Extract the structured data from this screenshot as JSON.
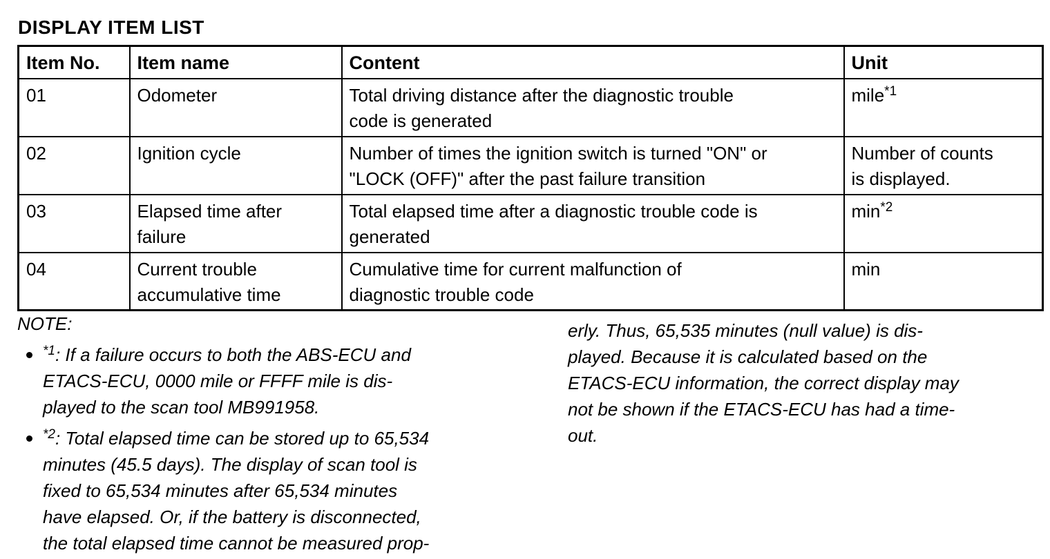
{
  "page": {
    "title": "DISPLAY ITEM LIST"
  },
  "table": {
    "headers": [
      "Item No.",
      "Item name",
      "Content",
      "Unit"
    ],
    "rows": [
      {
        "item_no": "01",
        "item_name": "Odometer",
        "content": "Total driving distance after the diagnostic trouble\ncode is generated",
        "unit": "mile",
        "unit_sup": "*1"
      },
      {
        "item_no": "02",
        "item_name": "Ignition cycle",
        "content": "Number of times the ignition switch is turned \"ON\" or\n\"LOCK (OFF)\" after the past failure transition",
        "unit": "Number of counts\nis displayed."
      },
      {
        "item_no": "03",
        "item_name": "Elapsed time after\nfailure",
        "content": "Total elapsed time after a diagnostic trouble code is\ngenerated",
        "unit": "min",
        "unit_sup": "*2"
      },
      {
        "item_no": "04",
        "item_name": "Current trouble\naccumulative time",
        "content": "Cumulative time for current malfunction of\ndiagnostic trouble code",
        "unit": "min"
      }
    ]
  },
  "note": {
    "label": "NOTE:",
    "items": [
      {
        "marker": "*1",
        "text": ": If a failure occurs to both the ABS-ECU and\nETACS-ECU, 0000 mile or FFFF mile is dis-\nplayed to the scan tool MB991958."
      },
      {
        "marker": "*2",
        "text": ": Total elapsed time can be stored up to 65,534\nminutes (45.5 days). The display of scan tool is\nfixed to 65,534 minutes after 65,534 minutes\nhave elapsed. Or, if the battery is disconnected,\nthe total elapsed time cannot be measured prop-"
      }
    ],
    "continuation": "erly. Thus, 65,535 minutes (null value) is dis-\nplayed. Because it is calculated based on the\nETACS-ECU information, the correct display may\nnot be shown if the ETACS-ECU has had a time-\nout."
  }
}
